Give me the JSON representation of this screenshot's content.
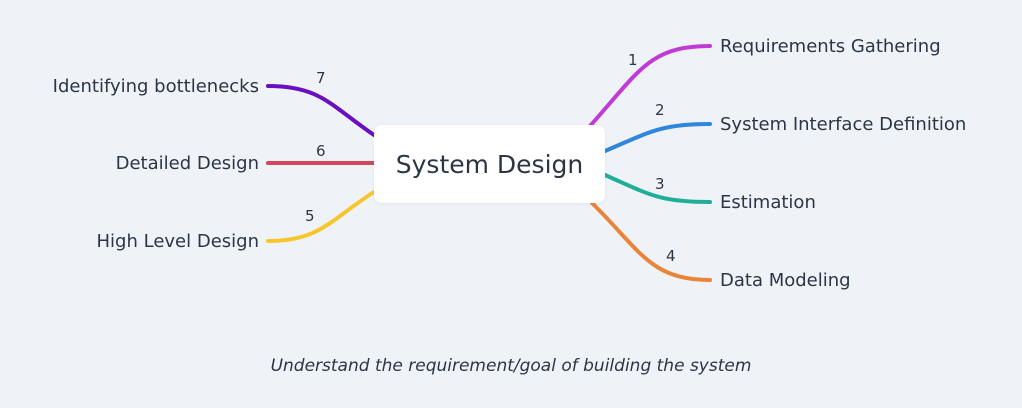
{
  "center": {
    "label": "System Design"
  },
  "branches": [
    {
      "number": "1",
      "label": "Requirements Gathering",
      "color": "#c03bd6"
    },
    {
      "number": "2",
      "label": "System Interface Definition",
      "color": "#2f86dc"
    },
    {
      "number": "3",
      "label": "Estimation",
      "color": "#1fae9a"
    },
    {
      "number": "4",
      "label": "Data Modeling",
      "color": "#e8853a"
    },
    {
      "number": "5",
      "label": "High Level Design",
      "color": "#f7c62e"
    },
    {
      "number": "6",
      "label": "Detailed Design",
      "color": "#d2475a"
    },
    {
      "number": "7",
      "label": "Identifying bottlenecks",
      "color": "#6a0fc0"
    }
  ],
  "caption": "Understand the requirement/goal of building the system"
}
